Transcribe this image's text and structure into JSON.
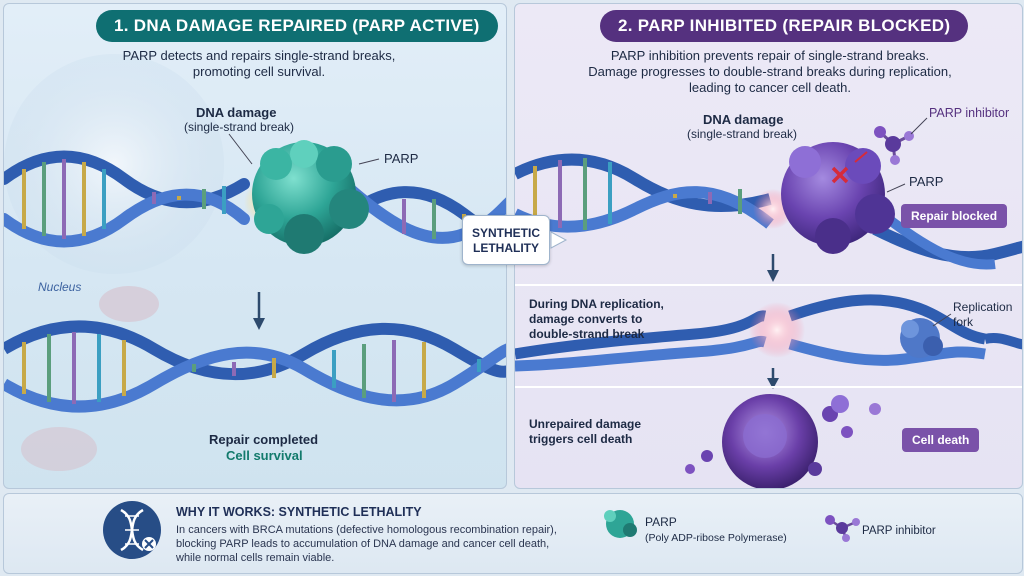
{
  "left": {
    "title": "1. DNA DAMAGE REPAIRED (PARP ACTIVE)",
    "subtitle_line1": "PARP detects and repairs single-strand breaks,",
    "subtitle_line2": "promoting cell survival.",
    "damage_label": "DNA damage",
    "damage_sub": "(single-strand break)",
    "parp_label": "PARP",
    "nucleus_label": "Nucleus",
    "repair_completed": "Repair completed",
    "cell_survival": "Cell survival"
  },
  "center": {
    "line1": "SYNTHETIC",
    "line2": "LETHALITY"
  },
  "right": {
    "title": "2. PARP INHIBITED (REPAIR BLOCKED)",
    "subtitle_line1": "PARP inhibition prevents repair of single-strand breaks.",
    "subtitle_line2": "Damage progresses to double-strand breaks during replication,",
    "subtitle_line3": "leading to cancer cell death.",
    "damage_label": "DNA damage",
    "damage_sub": "(single-strand break)",
    "inhibitor_label": "PARP inhibitor",
    "parp_label": "PARP",
    "repair_blocked": "Repair blocked",
    "replication_line1": "During DNA replication,",
    "replication_line2": "damage converts to",
    "replication_line3": "double-strand break",
    "fork_line1": "Replication",
    "fork_line2": "fork",
    "unrepaired_line1": "Unrepaired damage",
    "unrepaired_line2": "triggers cell death",
    "cell_death": "Cell death"
  },
  "bottom": {
    "title": "WHY IT WORKS: SYNTHETIC LETHALITY",
    "text_line1": "In cancers with BRCA mutations (defective homologous recombination repair),",
    "text_line2": "blocking PARP leads to accumulation of DNA damage and cancer cell death,",
    "text_line3": "while normal cells remain viable.",
    "legend_parp": "PARP",
    "legend_parp_sub": "(Poly ADP-ribose Polymerase)",
    "legend_inhibitor": "PARP inhibitor"
  },
  "colors": {
    "teal": "#0f6f72",
    "purple": "#55317f",
    "dna_blue": "#3564b8",
    "parp_green": "#2fa59a",
    "parp_purple": "#6a44b0",
    "survival_green": "#127a6c"
  },
  "icons": [
    "dna-icon",
    "parp-protein-icon",
    "parp-inhibitor-molecule-icon",
    "blocked-x-icon",
    "down-arrow-icon",
    "right-arrow-icon"
  ]
}
